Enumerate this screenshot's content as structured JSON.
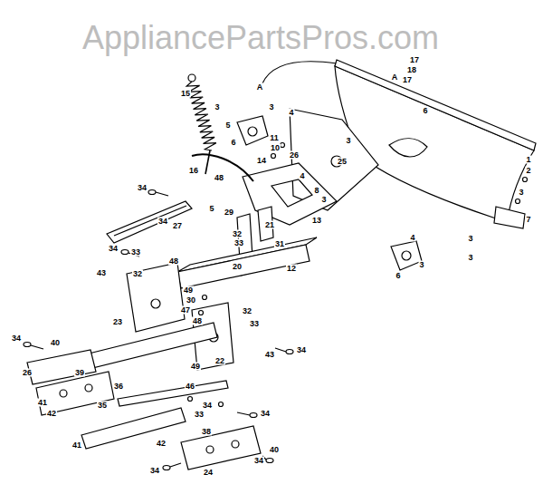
{
  "diagram": {
    "labels": [
      "AppliancePartsPros.com",
      "17",
      "18",
      "A",
      "17",
      "6",
      "A",
      "15",
      "3",
      "3",
      "4",
      "5",
      "6",
      "11",
      "10",
      "26",
      "3",
      "14",
      "25",
      "1",
      "2",
      "16",
      "48",
      "4",
      "34",
      "8",
      "3",
      "3",
      "5",
      "29",
      "13",
      "7",
      "34",
      "27",
      "21",
      "32",
      "33",
      "4",
      "3",
      "31",
      "34",
      "33",
      "3",
      "48",
      "3",
      "20",
      "12",
      "43",
      "32",
      "6",
      "49",
      "30",
      "47",
      "32",
      "48",
      "23",
      "33",
      "34",
      "40",
      "34",
      "43",
      "22",
      "49",
      "39",
      "26",
      "36",
      "46",
      "41",
      "34",
      "35",
      "42",
      "33",
      "34",
      "38",
      "41",
      "42",
      "40",
      "34",
      "34",
      "24"
    ]
  }
}
